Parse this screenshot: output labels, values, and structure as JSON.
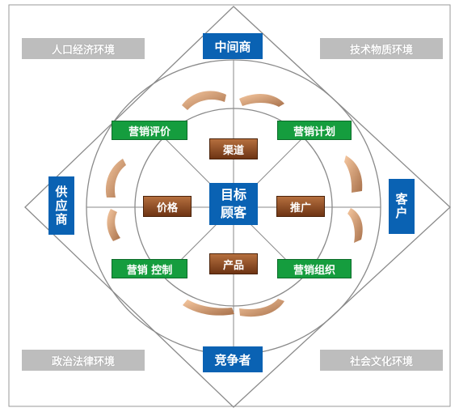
{
  "environments": {
    "top_left": "人口经济环境",
    "top_right": "技术物质环境",
    "bottom_left": "政治法律环境",
    "bottom_right": "社会文化环境"
  },
  "parties": {
    "top": "中间商",
    "bottom": "竞争者",
    "left": "供应商",
    "right": "客户"
  },
  "marketing": {
    "evaluation": "营销评价",
    "planning": "营销计划",
    "control": "营销 控制",
    "organization": "营销组织"
  },
  "mix": {
    "channel": "渠道",
    "price": "价格",
    "promotion": "推广",
    "product": "产品"
  },
  "center": {
    "line1": "目标",
    "line2": "顾客"
  },
  "colors": {
    "blue": "#0a62b3",
    "green": "#159d3e",
    "brown": "#8b4a22",
    "gray": "#bdbdbd"
  }
}
